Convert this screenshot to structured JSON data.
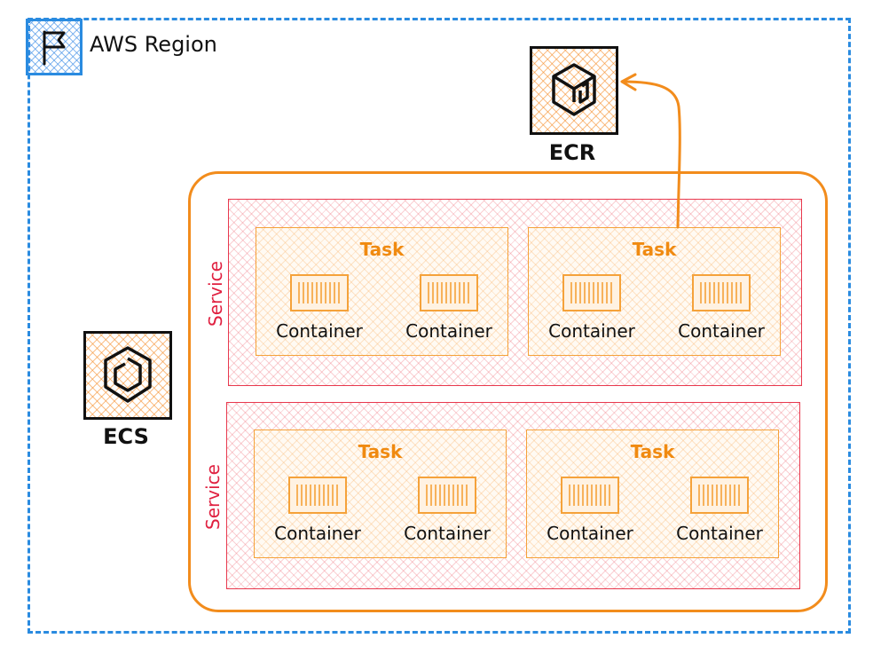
{
  "region": {
    "label": "AWS Region",
    "icon": "flag-icon"
  },
  "ecr": {
    "label": "ECR",
    "icon": "ecr-cube-icon"
  },
  "ecs": {
    "label": "ECS",
    "icon": "ecs-hexagon-icon"
  },
  "services": [
    {
      "label": "Service",
      "tasks": [
        {
          "label": "Task",
          "containers": [
            {
              "label": "Container",
              "icon": "container-icon"
            },
            {
              "label": "Container",
              "icon": "container-icon"
            }
          ]
        },
        {
          "label": "Task",
          "containers": [
            {
              "label": "Container",
              "icon": "container-icon"
            },
            {
              "label": "Container",
              "icon": "container-icon"
            }
          ]
        }
      ]
    },
    {
      "label": "Service",
      "tasks": [
        {
          "label": "Task",
          "containers": [
            {
              "label": "Container",
              "icon": "container-icon"
            },
            {
              "label": "Container",
              "icon": "container-icon"
            }
          ]
        },
        {
          "label": "Task",
          "containers": [
            {
              "label": "Container",
              "icon": "container-icon"
            },
            {
              "label": "Container",
              "icon": "container-icon"
            }
          ]
        }
      ]
    }
  ],
  "colors": {
    "region": "#2a8be0",
    "cluster": "#f28c1c",
    "service": "#e8394e",
    "task": "#f5a23a",
    "arrow": "#f28c1c"
  }
}
